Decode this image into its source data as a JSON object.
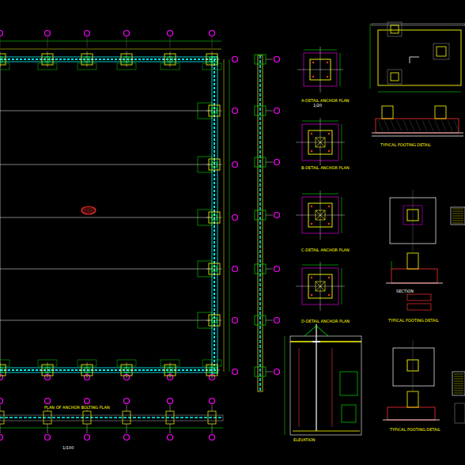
{
  "diagram": {
    "labels": [
      "PLAN OF ANCHOR BOLTING PLAN",
      "1/100",
      "A-DETAIL ANCHOR PLAN",
      "B-DETAIL ANCHOR PLAN",
      "C-DETAIL ANCHOR PLAN",
      "D-DETAIL ANCHOR PLAN",
      "TYPICAL FOOTING DETAIL",
      "TYPICAL FOOTING DETAIL",
      "TYPICAL FOOTING DETAIL",
      "ELEVATION",
      "SECTION",
      "1/20"
    ]
  }
}
